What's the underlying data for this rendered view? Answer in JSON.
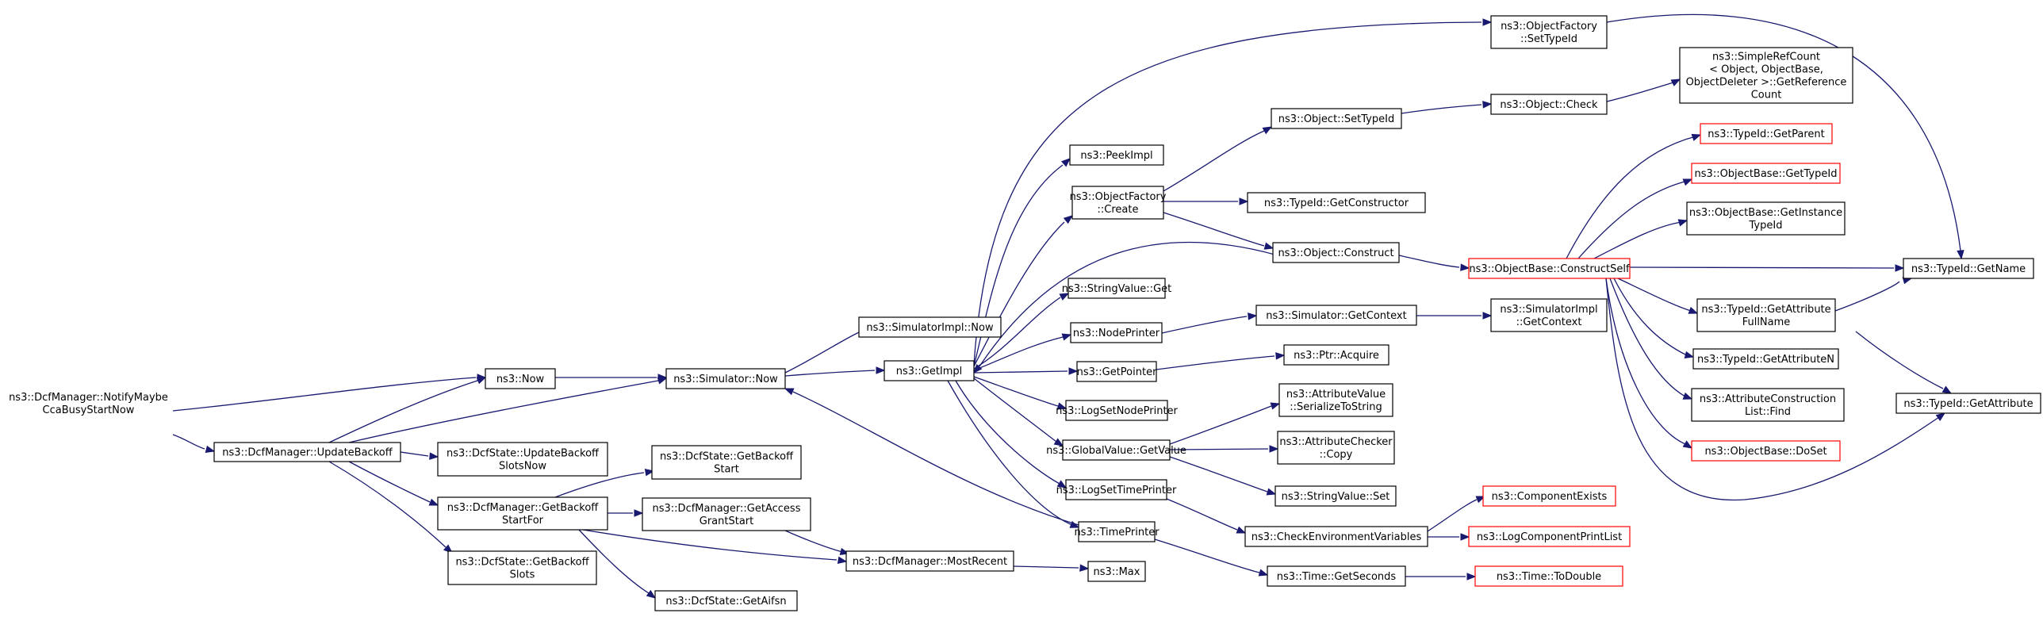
{
  "nodes": [
    {
      "id": "root",
      "lines": [
        "ns3::DcfManager::NotifyMaybe",
        "CcaBusyStartNow"
      ],
      "root": true
    },
    {
      "id": "now",
      "lines": [
        "ns3::Now"
      ]
    },
    {
      "id": "updBackoff",
      "lines": [
        "ns3::DcfManager::UpdateBackoff"
      ]
    },
    {
      "id": "simNow",
      "lines": [
        "ns3::Simulator::Now"
      ]
    },
    {
      "id": "dsUpdSlots",
      "lines": [
        "ns3::DcfState::UpdateBackoff",
        "SlotsNow"
      ]
    },
    {
      "id": "getBackoffStartFor",
      "lines": [
        "ns3::DcfManager::GetBackoff",
        "StartFor"
      ]
    },
    {
      "id": "dsGetBackoffSlots",
      "lines": [
        "ns3::DcfState::GetBackoff",
        "Slots"
      ]
    },
    {
      "id": "dsGetBackoffStart",
      "lines": [
        "ns3::DcfState::GetBackoff",
        "Start"
      ]
    },
    {
      "id": "getAccessGrant",
      "lines": [
        "ns3::DcfManager::GetAccess",
        "GrantStart"
      ]
    },
    {
      "id": "dsGetAifsn",
      "lines": [
        "ns3::DcfState::GetAifsn"
      ]
    },
    {
      "id": "mostRecent",
      "lines": [
        "ns3::DcfManager::MostRecent"
      ]
    },
    {
      "id": "simImplNow",
      "lines": [
        "ns3::SimulatorImpl::Now"
      ]
    },
    {
      "id": "getImpl",
      "lines": [
        "ns3::GetImpl"
      ]
    },
    {
      "id": "peekImpl",
      "lines": [
        "ns3::PeekImpl"
      ]
    },
    {
      "id": "ofCreate",
      "lines": [
        "ns3::ObjectFactory",
        "::Create"
      ]
    },
    {
      "id": "stringValueGet",
      "lines": [
        "ns3::StringValue::Get"
      ]
    },
    {
      "id": "nodePrinter",
      "lines": [
        "ns3::NodePrinter"
      ]
    },
    {
      "id": "getPointer",
      "lines": [
        "ns3::GetPointer"
      ]
    },
    {
      "id": "logSetNodePrinter",
      "lines": [
        "ns3::LogSetNodePrinter"
      ]
    },
    {
      "id": "gvGetValue",
      "lines": [
        "ns3::GlobalValue::GetValue"
      ]
    },
    {
      "id": "logSetTimePrinter",
      "lines": [
        "ns3::LogSetTimePrinter"
      ]
    },
    {
      "id": "timePrinter",
      "lines": [
        "ns3::TimePrinter"
      ]
    },
    {
      "id": "max",
      "lines": [
        "ns3::Max"
      ]
    },
    {
      "id": "ofSetTypeId",
      "lines": [
        "ns3::ObjectFactory",
        "::SetTypeId"
      ]
    },
    {
      "id": "objSetTypeId",
      "lines": [
        "ns3::Object::SetTypeId"
      ]
    },
    {
      "id": "tidGetConstructor",
      "lines": [
        "ns3::TypeId::GetConstructor"
      ]
    },
    {
      "id": "objConstruct",
      "lines": [
        "ns3::Object::Construct"
      ]
    },
    {
      "id": "simGetContext",
      "lines": [
        "ns3::Simulator::GetContext"
      ]
    },
    {
      "id": "ptrAcquire",
      "lines": [
        "ns3::Ptr::Acquire"
      ]
    },
    {
      "id": "avSerialize",
      "lines": [
        "ns3::AttributeValue",
        "::SerializeToString"
      ]
    },
    {
      "id": "acCopy",
      "lines": [
        "ns3::AttributeChecker",
        "::Copy"
      ]
    },
    {
      "id": "svSet",
      "lines": [
        "ns3::StringValue::Set"
      ]
    },
    {
      "id": "checkEnv",
      "lines": [
        "ns3::CheckEnvironmentVariables"
      ]
    },
    {
      "id": "timeGetSeconds",
      "lines": [
        "ns3::Time::GetSeconds"
      ]
    },
    {
      "id": "objCheck",
      "lines": [
        "ns3::Object::Check"
      ]
    },
    {
      "id": "simpleRef",
      "lines": [
        "ns3::SimpleRefCount",
        "< Object, ObjectBase,",
        "ObjectDeleter >::GetReference",
        "Count"
      ]
    },
    {
      "id": "obConstructSelf",
      "lines": [
        "ns3::ObjectBase::ConstructSelf"
      ],
      "red": true
    },
    {
      "id": "simImplGetContext",
      "lines": [
        "ns3::SimulatorImpl",
        "::GetContext"
      ]
    },
    {
      "id": "compExists",
      "lines": [
        "ns3::ComponentExists"
      ],
      "red": true
    },
    {
      "id": "logCompPrint",
      "lines": [
        "ns3::LogComponentPrintList"
      ],
      "red": true
    },
    {
      "id": "timeToDouble",
      "lines": [
        "ns3::Time::ToDouble"
      ],
      "red": true
    },
    {
      "id": "tidGetParent",
      "lines": [
        "ns3::TypeId::GetParent"
      ],
      "red": true
    },
    {
      "id": "obGetTypeId",
      "lines": [
        "ns3::ObjectBase::GetTypeId"
      ],
      "red": true
    },
    {
      "id": "obGetInstanceTypeId",
      "lines": [
        "ns3::ObjectBase::GetInstance",
        "TypeId"
      ]
    },
    {
      "id": "tidGetAttrFullName",
      "lines": [
        "ns3::TypeId::GetAttribute",
        "FullName"
      ]
    },
    {
      "id": "tidGetAttrN",
      "lines": [
        "ns3::TypeId::GetAttributeN"
      ]
    },
    {
      "id": "acListFind",
      "lines": [
        "ns3::AttributeConstruction",
        "List::Find"
      ]
    },
    {
      "id": "obDoSet",
      "lines": [
        "ns3::ObjectBase::DoSet"
      ],
      "red": true
    },
    {
      "id": "tidGetName",
      "lines": [
        "ns3::TypeId::GetName"
      ]
    },
    {
      "id": "tidGetAttribute",
      "lines": [
        "ns3::TypeId::GetAttribute"
      ]
    }
  ]
}
